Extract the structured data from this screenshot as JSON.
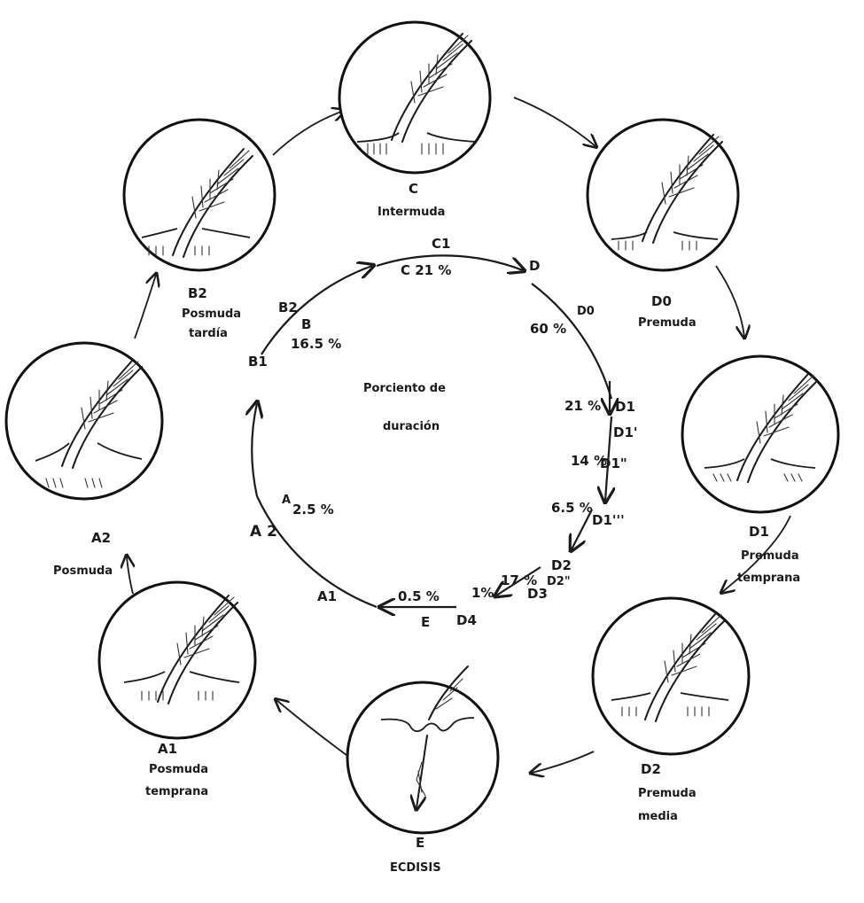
{
  "stages": [
    {
      "id": "C",
      "code": "C",
      "name": "Intermuda"
    },
    {
      "id": "D0",
      "code": "D0",
      "name": "Premuda"
    },
    {
      "id": "D1",
      "code": "D1",
      "name": "Premuda",
      "name2": "temprana"
    },
    {
      "id": "D2",
      "code": "D2",
      "name": "Premuda",
      "name2": "media"
    },
    {
      "id": "E",
      "code": "E",
      "name": "ECDISIS"
    },
    {
      "id": "A1",
      "code": "A1",
      "name": "Posmuda",
      "name2": "temprana"
    },
    {
      "id": "A2",
      "code": "A2",
      "name": "Posmuda"
    },
    {
      "id": "B2",
      "code": "B2",
      "name": "Posmuda",
      "name2": "tardía"
    }
  ],
  "center": {
    "line1": "Porciento  de",
    "line2": "duración"
  },
  "inner": {
    "C1": "C1",
    "C_pct": "C 21 %",
    "D": "D",
    "D0": "D0",
    "D_pct": "60 %",
    "D1": "D1",
    "D1_pct": "21 %",
    "D1p": "D1'",
    "D1pp": "D1\"",
    "D1pp_pct": "14 %",
    "D1ppp": "D1'''",
    "D1ppp_pct": "6.5 %",
    "D2": "D2",
    "D2_pct": "17 %",
    "D3": "D3",
    "D2pp": "D2\"",
    "D4": "D4",
    "D4_pct": "1%",
    "E": "E",
    "E_pct": "0.5 %",
    "A1": "A1",
    "A2": "A 2",
    "A": "A",
    "A_pct": "2.5 %",
    "B1": "B1",
    "B2": "B2",
    "B": "B",
    "B_pct": "16.5 %"
  }
}
